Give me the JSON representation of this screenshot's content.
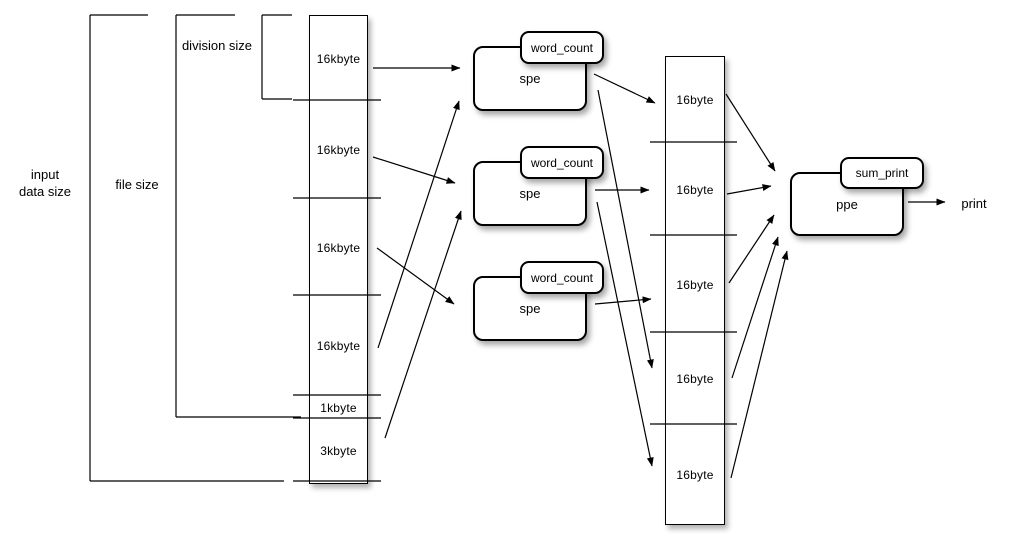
{
  "diagram": {
    "side_labels": {
      "input_line1": "input",
      "input_line2": "data size",
      "file_size": "file size",
      "division_size": "division size"
    },
    "input_stack": {
      "blocks": [
        "16kbyte",
        "16kbyte",
        "16kbyte",
        "16kbyte",
        "1kbyte",
        "3kbyte"
      ]
    },
    "spes": [
      {
        "tab": "word_count",
        "label": "spe"
      },
      {
        "tab": "word_count",
        "label": "spe"
      },
      {
        "tab": "word_count",
        "label": "spe"
      }
    ],
    "output_stack": {
      "blocks": [
        "16byte",
        "16byte",
        "16byte",
        "16byte",
        "16byte"
      ]
    },
    "ppe": {
      "tab": "sum_print",
      "label": "ppe"
    },
    "output_label": "print",
    "colors": {
      "line": "#000000",
      "box_fill": "#ffffff",
      "background": "#ffffff"
    }
  }
}
